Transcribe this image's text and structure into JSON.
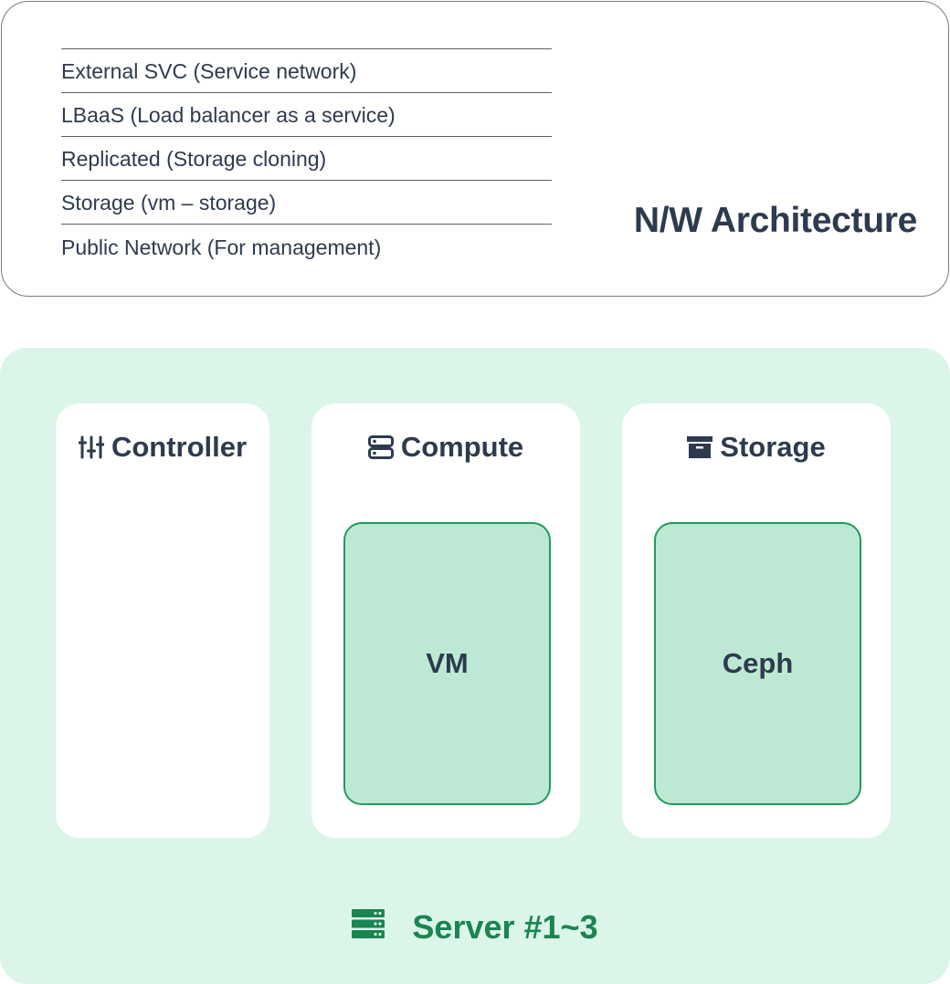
{
  "network": {
    "items": [
      "External SVC (Service network)",
      "LBaaS (Load balancer as a service)",
      "Replicated (Storage cloning)",
      "Storage (vm – storage)",
      "Public Network (For management)"
    ],
    "title": "N/W Architecture"
  },
  "nodes": {
    "controller": {
      "label": "Controller",
      "icon": "sliders-icon"
    },
    "compute": {
      "label": "Compute",
      "icon": "server-stack-icon",
      "inner": "VM"
    },
    "storage": {
      "label": "Storage",
      "icon": "archive-box-icon",
      "inner": "Ceph"
    }
  },
  "server": {
    "label": "Server #1~3",
    "icon": "server-rack-icon"
  },
  "colors": {
    "text": "#2e3a4e",
    "accent_green": "#1a8550",
    "area_background": "#dbf5e9",
    "inner_fill": "#bde9d4",
    "inner_border": "#239a5e"
  }
}
